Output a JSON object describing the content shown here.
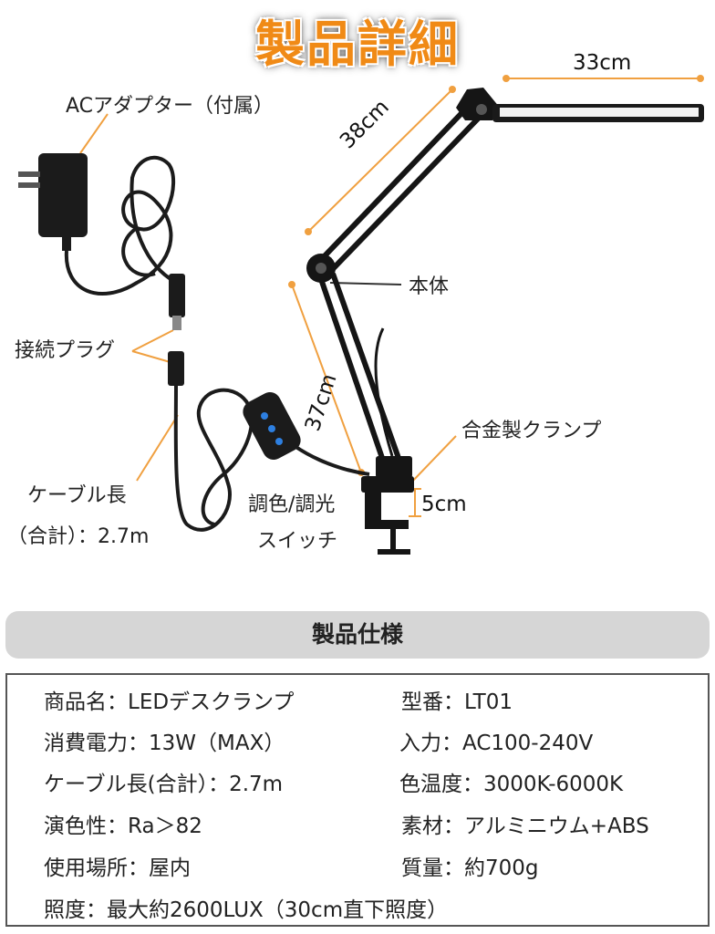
{
  "header": {
    "title": "製品詳細"
  },
  "labels": {
    "adapter": "ACアダプター（付属）",
    "plug": "接続プラグ",
    "cable_line1": "ケーブル長",
    "cable_line2": "（合計）：2.7m",
    "body": "本体",
    "clamp": "合金製クランプ",
    "switch_line1": "調色/調光",
    "switch_line2": "スイッチ"
  },
  "dimensions": {
    "head_width": "33cm",
    "upper_arm": "38cm",
    "lower_arm": "37cm",
    "clamp": "5cm"
  },
  "specs": {
    "heading": "製品仕様",
    "left": [
      "商品名：LEDデスクランプ",
      "消費電力：13W（MAX）",
      "ケーブル長(合計）：2.7m",
      "演色性：Ra＞82",
      "使用場所：屋内"
    ],
    "right": [
      "型番：LT01",
      "入力：AC100-240V",
      "色温度：3000K-6000K",
      "素材：アルミニウム+ABS",
      "質量：約700g"
    ],
    "footer": "照度：最大約2600LUX（30cm直下照度）"
  }
}
